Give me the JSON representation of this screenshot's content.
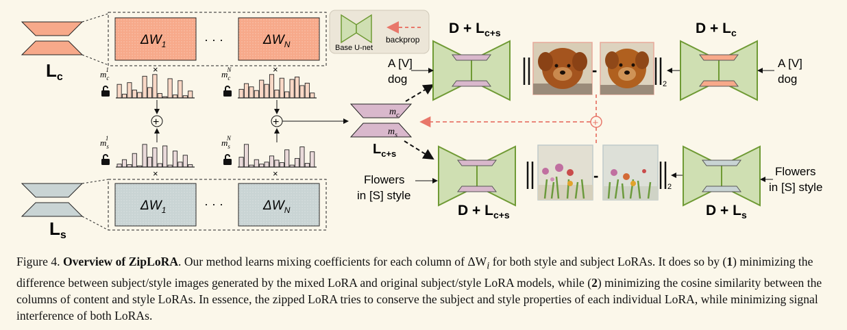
{
  "diagram": {
    "lc_label": "L",
    "lc_sub": "c",
    "ls_label": "L",
    "ls_sub": "s",
    "lcs_label": "L",
    "lcs_sub": "c+s",
    "delta_w1": "ΔW",
    "delta_w1_sub": "1",
    "delta_wn": "ΔW",
    "delta_wn_sub": "N",
    "ellipsis": "· · ·",
    "times": "×",
    "plus": "+",
    "mc1": "m",
    "mc1_sub": "c",
    "mc1_sup": "1",
    "mcN_sup": "N",
    "ms1_sub": "s",
    "mc_label": "m",
    "mc_label_sub": "c",
    "ms_label": "m",
    "ms_label_sub": "s",
    "legend_base": "Base U-net",
    "legend_backprop": "backprop",
    "top_left_title": "D + L",
    "top_left_title_sub": "c+s",
    "top_right_title": "D + L",
    "top_right_title_sub": "c",
    "bottom_left_title": "D + L",
    "bottom_left_title_sub": "c+s",
    "bottom_right_title": "D + L",
    "bottom_right_title_sub": "s",
    "prompt_dog_1": "A [V]",
    "prompt_dog_2": "dog",
    "prompt_flowers_1": "Flowers",
    "prompt_flowers_2": "in [S] style",
    "norm_sub": "2",
    "minus": "-"
  },
  "caption": {
    "fig": "Figure 4.",
    "title": "Overview of ZipLoRA",
    "p1": ". Our method learns mixing coefficients for each column of ΔW",
    "p1_sub": "i",
    "p2": " for both style and subject LoRAs. It does so by (",
    "n1": "1",
    "p3": ") minimizing the difference between subject/style images generated by the mixed LoRA and original subject/style LoRA models, while (",
    "n2": "2",
    "p4": ") minimizing the cosine similarity between the columns of content and style LoRAs. In essence, the zipped LoRA tries to conserve the subject and style properties of each individual LoRA, while minimizing signal interference of both LoRAs."
  },
  "colors": {
    "content_lora": "#f7a98a",
    "content_bar": "#f9d8c6",
    "style_lora": "#c9d4d4",
    "style_bar": "#eadada",
    "mix_pink": "#d9b8cc",
    "unet_green": "#cfdfb2",
    "unet_stroke": "#6f9a34",
    "backprop": "#e8776a"
  },
  "content_bars_left": [
    0.55,
    0.15,
    0.62,
    0.32,
    0.22,
    0.88,
    0.42,
    0.95,
    0.18,
    0.05,
    0.78,
    0.12,
    0.7,
    0.09,
    0.28
  ],
  "content_bars_right": [
    0.35,
    0.58,
    0.45,
    0.3,
    0.72,
    0.55,
    0.95,
    0.32,
    0.8,
    0.25,
    0.75,
    0.85,
    0.5,
    0.6,
    0.2
  ],
  "style_bars_left": [
    0.12,
    0.3,
    0.1,
    0.55,
    0.05,
    0.92,
    0.4,
    0.78,
    0.14,
    0.86,
    0.08,
    0.65,
    0.2,
    0.48,
    0.1
  ],
  "style_bars_right": [
    0.4,
    0.92,
    0.08,
    0.3,
    0.12,
    0.2,
    0.45,
    0.28,
    0.18,
    0.7,
    0.08,
    0.35,
    0.82,
    0.15,
    0.62
  ]
}
